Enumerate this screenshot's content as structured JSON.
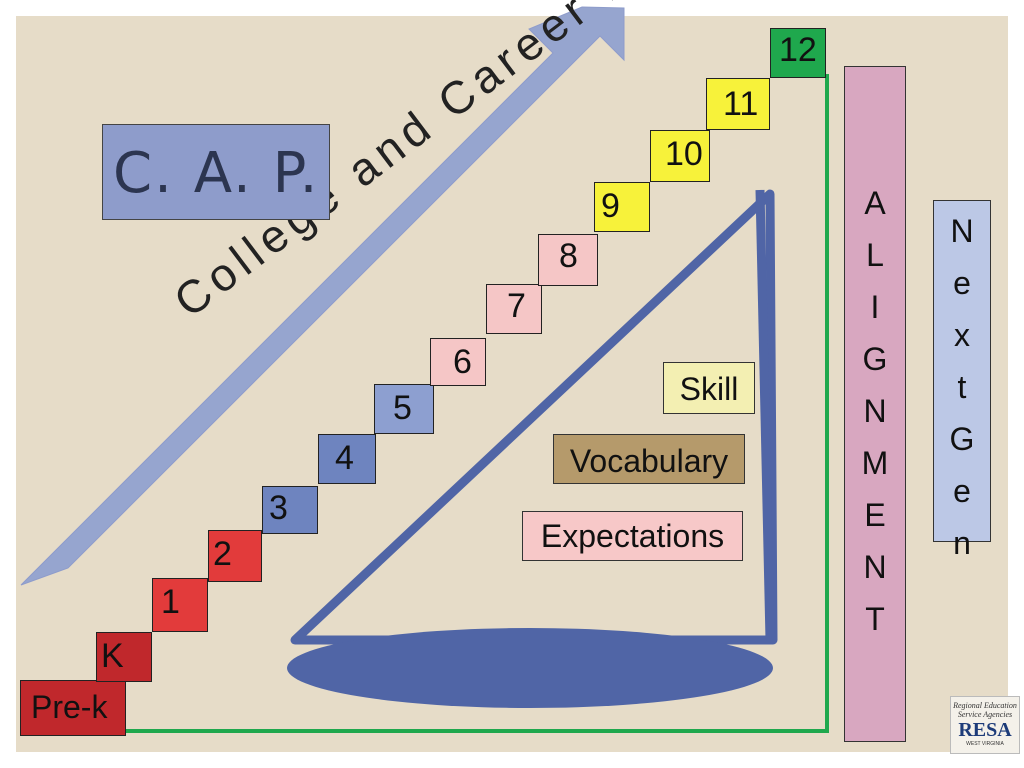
{
  "title": "C. A. P.",
  "arrow_text": "College and Career Readiness",
  "steps": [
    {
      "label": "Pre-k",
      "color": "#c0282c"
    },
    {
      "label": "K",
      "color": "#c0282c"
    },
    {
      "label": "1",
      "color": "#e23b3b"
    },
    {
      "label": "2",
      "color": "#e23b3b"
    },
    {
      "label": "3",
      "color": "#6e84bf"
    },
    {
      "label": "4",
      "color": "#6e84bf"
    },
    {
      "label": "5",
      "color": "#8d9fd0"
    },
    {
      "label": "6",
      "color": "#f5c6c6"
    },
    {
      "label": "7",
      "color": "#f5c6c6"
    },
    {
      "label": "8",
      "color": "#f5c6c6"
    },
    {
      "label": "9",
      "color": "#f7f23a"
    },
    {
      "label": "10",
      "color": "#f7f23a"
    },
    {
      "label": "11",
      "color": "#f7f23a"
    },
    {
      "label": "12",
      "color": "#1fa84d"
    }
  ],
  "pyramid_labels": {
    "skill": "Skill",
    "vocabulary": "Vocabulary",
    "expectations": "Expectations"
  },
  "alignment_letters": [
    "A",
    "L",
    "I",
    "G",
    "N",
    "M",
    "E",
    "N",
    "T"
  ],
  "nextgen_letters": [
    "N",
    "e",
    "x",
    "t",
    "G",
    "e",
    "n"
  ],
  "logo": {
    "tagline_line1": "Regional Education",
    "tagline_line2": "Service Agencies",
    "name": "RESA",
    "state": "WEST VIRGINIA"
  },
  "colors": {
    "background": "#e6dcc8",
    "arrow": "#8e9ccb",
    "cone": "#5065a6",
    "green_line": "#1fa84d",
    "alignment_bar": "#d8a7c0",
    "nextgen_bar": "#bcc8e6",
    "skill_box": "#f3efb2",
    "vocabulary_box": "#b59a6b",
    "expectations_box": "#f7c8c8"
  }
}
